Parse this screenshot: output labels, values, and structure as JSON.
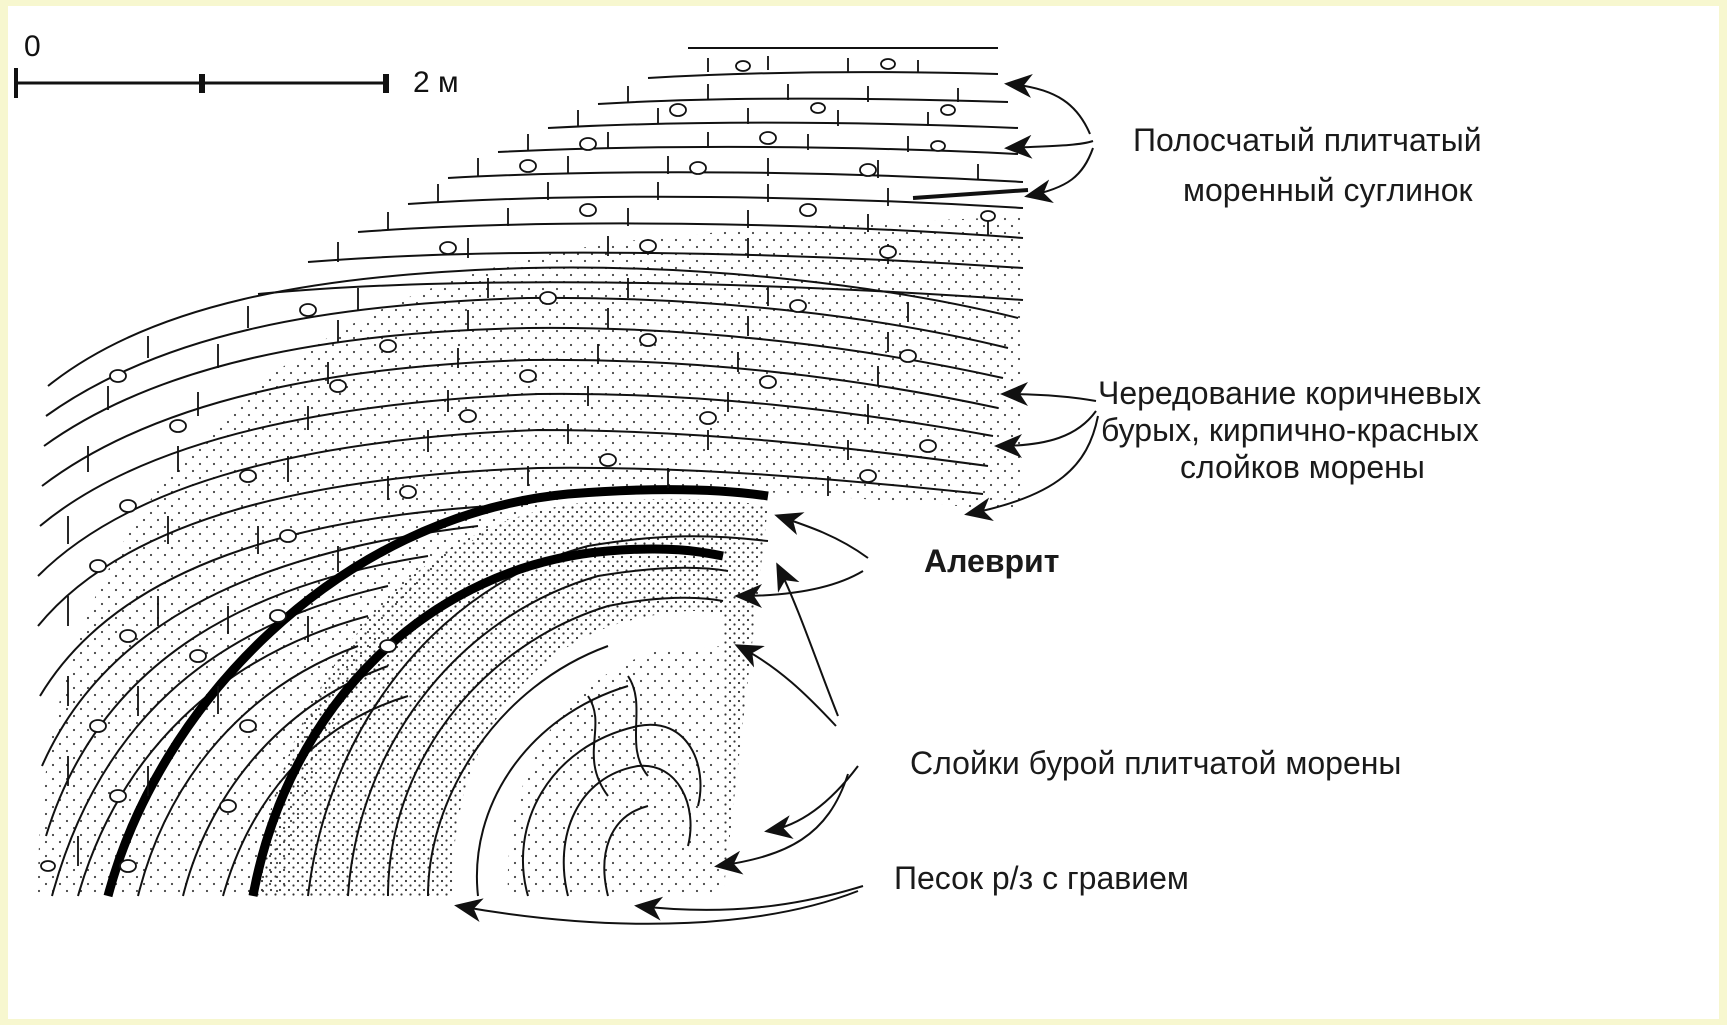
{
  "scale_bar": {
    "start_label": "0",
    "end_label": "2 м"
  },
  "labels": {
    "banded_till": {
      "line1": "Полосчатый плитчатый",
      "line2": "моренный суглинок"
    },
    "alternation": {
      "line1": "Чередование коричневых",
      "line2": "бурых, кирпично-красных",
      "line3": "слойков морены"
    },
    "silt": "Алеврит",
    "brown_till_layers": "Слойки бурой плитчатой морены",
    "sand_gravel": "Песок р/з с гравием"
  },
  "colors": {
    "border": "#f7f7cf",
    "background": "#ffffff",
    "ink": "#1a1a1a"
  }
}
